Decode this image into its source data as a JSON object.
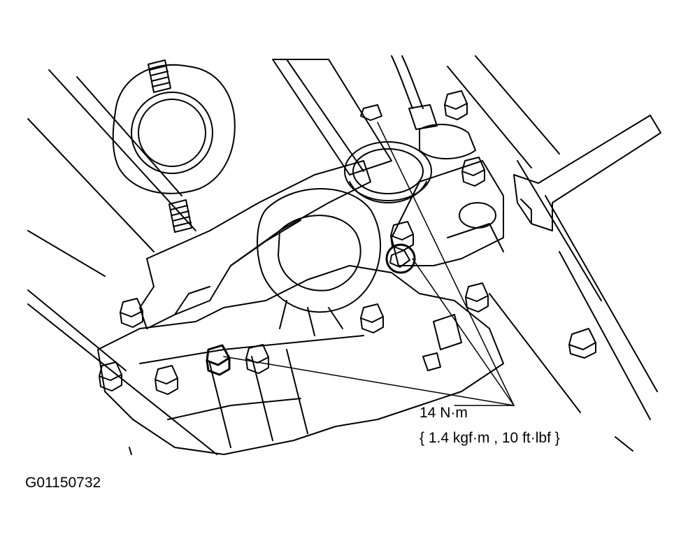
{
  "annotation": {
    "torque_value": "14 N·m",
    "torque_alt": "{ 1.4 kgf·m , 10 ft·lbf }"
  },
  "figure_id": "G01150732",
  "colors": {
    "line": "#000000",
    "background": "#ffffff"
  }
}
